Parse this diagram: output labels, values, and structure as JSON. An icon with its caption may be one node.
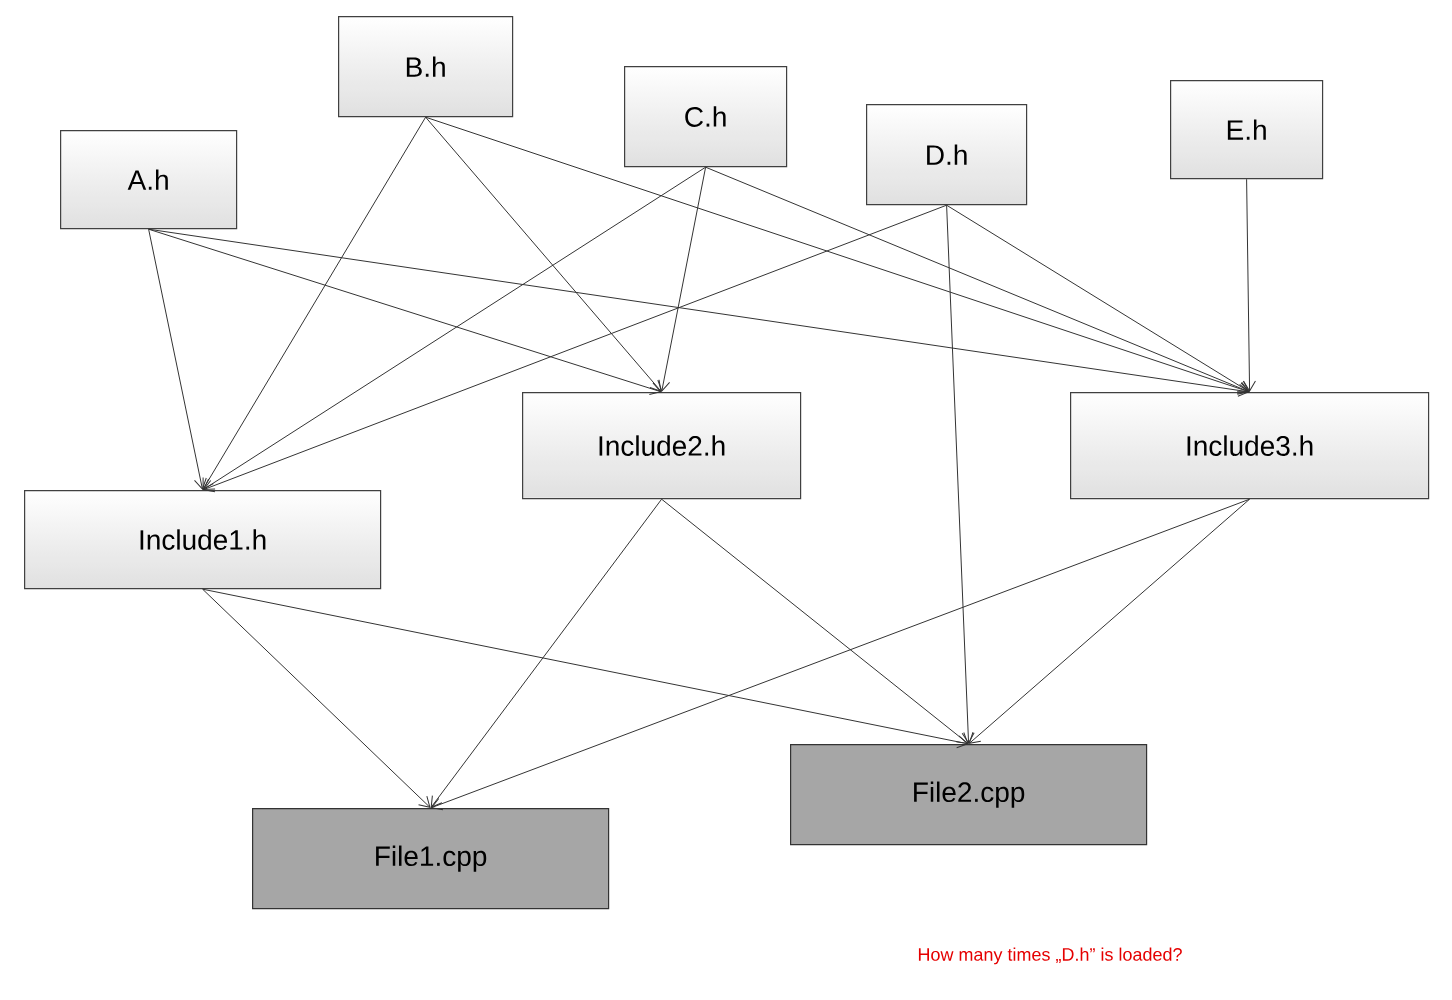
{
  "diagram": {
    "nodes": [
      {
        "text": [
          "A.h"
        ]
      },
      {
        "text": [
          "B.h"
        ]
      },
      {
        "text": [
          "C.h"
        ]
      },
      {
        "text": [
          "D.h"
        ]
      },
      {
        "text": [
          "E.h"
        ]
      },
      {
        "text": [
          "Include1.h"
        ]
      },
      {
        "text": [
          "Include2.h"
        ]
      },
      {
        "text": [
          "Include3.h"
        ]
      },
      {
        "text": [
          "File1.cpp"
        ]
      },
      {
        "text": [
          "File2.cpp"
        ]
      }
    ],
    "edges": [
      {
        "from": 0,
        "to": 5,
        "arrow": "to"
      },
      {
        "from": 0,
        "to": 6,
        "arrow": "to"
      },
      {
        "from": 0,
        "to": 7,
        "arrow": "to"
      },
      {
        "from": 1,
        "to": 5,
        "arrow": "to"
      },
      {
        "from": 1,
        "to": 6,
        "arrow": "to"
      },
      {
        "from": 1,
        "to": 7,
        "arrow": "to"
      },
      {
        "from": 2,
        "to": 5,
        "arrow": "to"
      },
      {
        "from": 2,
        "to": 6,
        "arrow": "to"
      },
      {
        "from": 2,
        "to": 7,
        "arrow": "to"
      },
      {
        "from": 3,
        "to": 5,
        "arrow": "to"
      },
      {
        "from": 3,
        "to": 7,
        "arrow": "to"
      },
      {
        "from": 3,
        "to": 9,
        "arrow": "to"
      },
      {
        "from": 4,
        "to": 7,
        "arrow": "to"
      },
      {
        "from": 5,
        "to": 8,
        "arrow": "to"
      },
      {
        "from": 5,
        "to": 9,
        "arrow": "to"
      },
      {
        "from": 6,
        "to": 8,
        "arrow": "to"
      },
      {
        "from": 6,
        "to": 9,
        "arrow": "to"
      },
      {
        "from": 7,
        "to": 8,
        "arrow": "to"
      },
      {
        "from": 7,
        "to": 9,
        "arrow": "to"
      }
    ],
    "labels": [
      "How many times „D.h” is loaded?"
    ]
  }
}
